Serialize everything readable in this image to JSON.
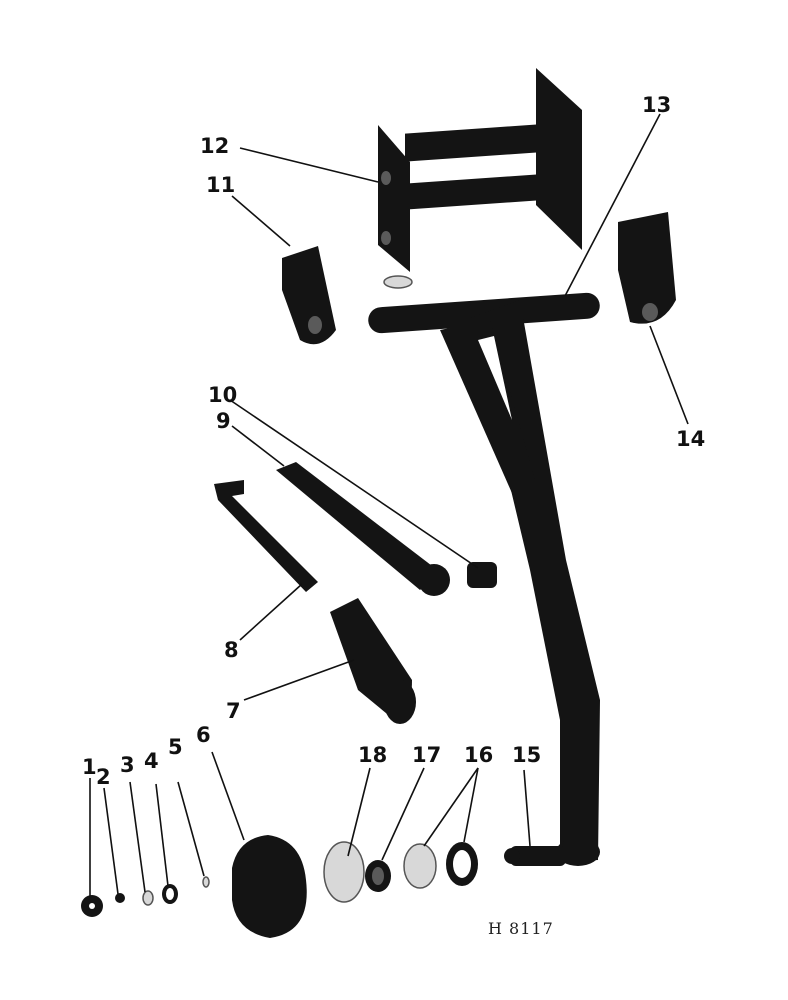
{
  "callouts": {
    "c1": "1",
    "c2": "2",
    "c3": "3",
    "c4": "4",
    "c5": "5",
    "c6": "6",
    "c7": "7",
    "c8": "8",
    "c9": "9",
    "c10": "10",
    "c11": "11",
    "c12": "12",
    "c13": "13",
    "c14": "14",
    "c15": "15",
    "c16": "16",
    "c17": "17",
    "c18": "18"
  },
  "caption": "H 8117"
}
